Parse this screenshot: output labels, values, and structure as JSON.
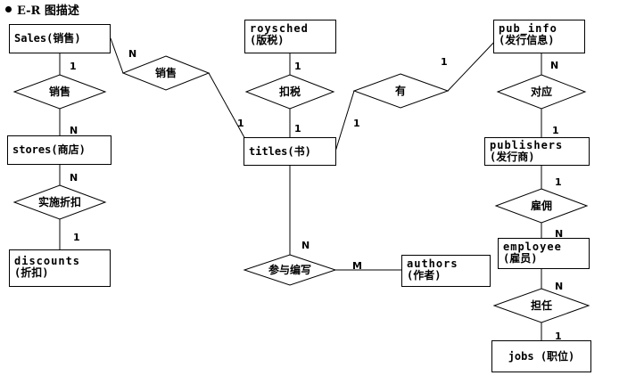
{
  "heading": "E-R 图描述",
  "entities": {
    "sales": "Sales(销售)",
    "roysched_en": "roysched",
    "roysched_cn": "(版税)",
    "pub_info_en": "pub_info",
    "pub_info_cn": "(发行信息)",
    "stores": "stores(商店)",
    "titles": "titles(书)",
    "publishers_en": "publishers",
    "publishers_cn": "(发行商)",
    "discounts_en": "discounts",
    "discounts_cn": "(折扣)",
    "employee_en": "employee",
    "employee_cn": "(雇员)",
    "authors_en": "authors",
    "authors_cn": "(作者)",
    "jobs": "jobs (职位)"
  },
  "relationships": {
    "sales_stores": "销售",
    "sales_titles": "销售",
    "tax": "扣税",
    "has": "有",
    "corresponds": "对应",
    "discount": "实施折扣",
    "employ": "雇佣",
    "write": "参与编写",
    "hold": "担任"
  },
  "cardinalities": {
    "sales_stores_top": "1",
    "sales_stores_bottom": "N",
    "sales_titles_left": "N",
    "sales_titles_right": "1",
    "tax_top": "1",
    "tax_bottom": "1",
    "has_left": "1",
    "has_right": "1",
    "corresponds_top": "N",
    "corresponds_bottom": "1",
    "discount_top": "N",
    "discount_bottom": "1",
    "employ_top": "1",
    "employ_bottom": "N",
    "write_titles": "N",
    "write_authors": "M",
    "hold_top": "N",
    "hold_bottom": "1"
  }
}
